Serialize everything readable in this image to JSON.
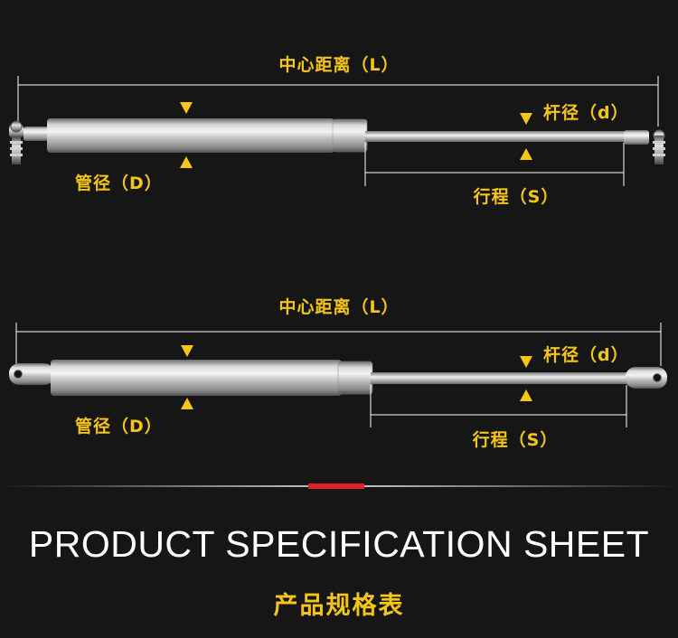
{
  "colors": {
    "accent": "#f5c518",
    "background": "#161616",
    "divider": "#bbbbbb",
    "divider_highlight": "#e0212b",
    "dimension_line": "#ffffff"
  },
  "diagram_top": {
    "center_distance_label": "中心距离（L）",
    "rod_diameter_label": "杆径（d）",
    "tube_diameter_label": "管径（D）",
    "stroke_label": "行程（S）",
    "end_fitting": "threaded-eyelet"
  },
  "diagram_bottom": {
    "center_distance_label": "中心距离（L）",
    "rod_diameter_label": "杆径（d）",
    "tube_diameter_label": "管径（D）",
    "stroke_label": "行程（S）",
    "end_fitting": "flat-eyelet"
  },
  "footer": {
    "title": "PRODUCT SPECIFICATION SHEET",
    "subtitle": "产品规格表"
  }
}
